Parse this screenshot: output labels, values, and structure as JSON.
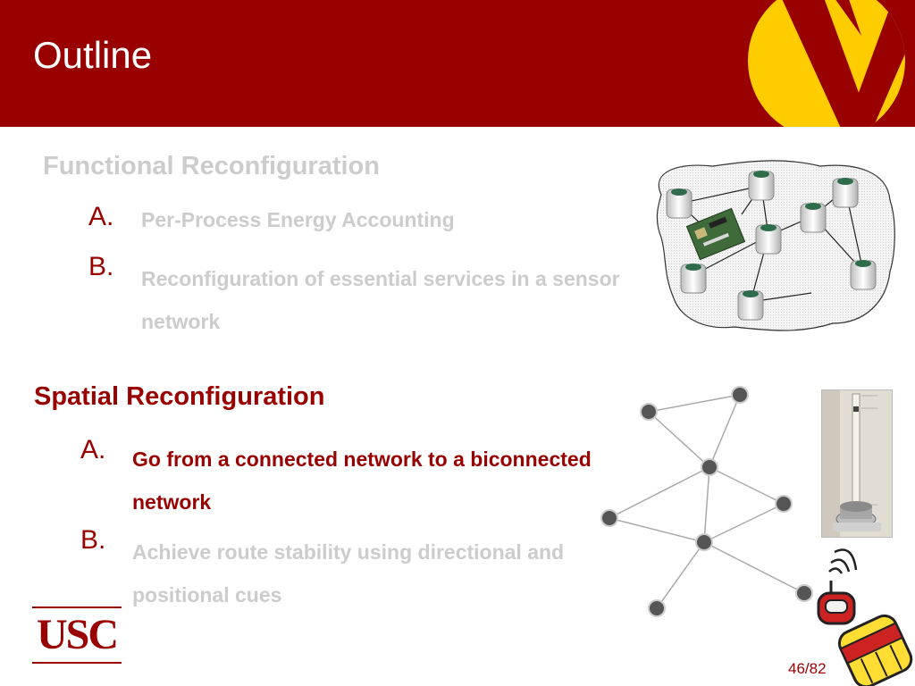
{
  "slide": {
    "title": "Outline",
    "page_number": "46/82"
  },
  "sections": [
    {
      "title": "Functional  Reconfiguration",
      "items": [
        {
          "letter": "A.",
          "text": "Per-Process Energy Accounting"
        },
        {
          "letter": "B.",
          "text": "Reconfiguration of essential services in a sensor network"
        }
      ]
    },
    {
      "title": "Spatial Reconfiguration",
      "items": [
        {
          "letter": "A.",
          "text": "Go from a connected network to a biconnected network"
        },
        {
          "letter": "B.",
          "text": "Achieve route stability using directional and positional cues"
        }
      ]
    }
  ],
  "logo": {
    "text": "USC"
  },
  "colors": {
    "accent": "#990000",
    "muted_text": "#cccccc",
    "logo_yellow": "#ffcc00"
  }
}
